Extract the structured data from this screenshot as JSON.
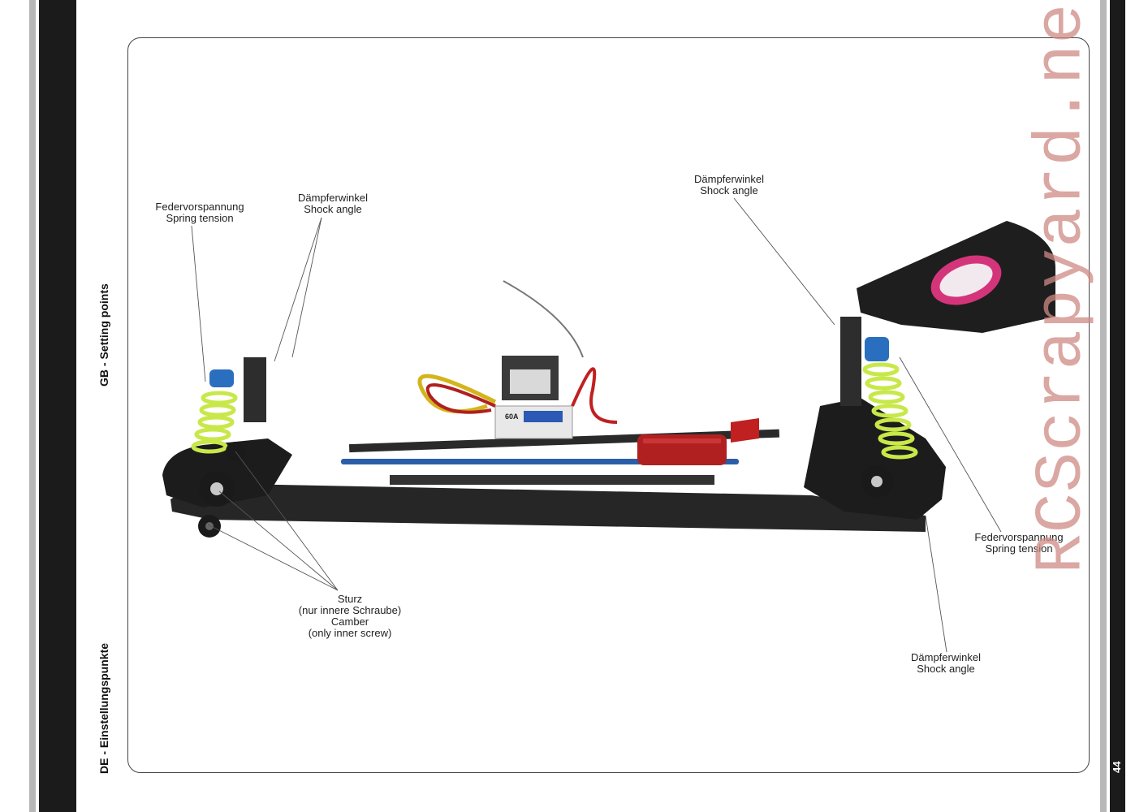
{
  "side_labels": {
    "gb": "GB - Setting points",
    "de": "DE - Einstellungspunkte"
  },
  "page_number": "44",
  "watermark": "RCScrapyard.net",
  "callouts": {
    "spring_left": {
      "de": "Federvorspannung",
      "en": "Spring tension"
    },
    "shock_left": {
      "de": "Dämpferwinkel",
      "en": "Shock angle"
    },
    "shock_right_top": {
      "de": "Dämpferwinkel",
      "en": "Shock angle"
    },
    "spring_right": {
      "de": "Federvorspannung",
      "en": "Spring tension"
    },
    "shock_right_bottom": {
      "de": "Dämpferwinkel",
      "en": "Shock angle"
    },
    "camber": {
      "de": "Sturz",
      "de_note": "(nur innere Schraube)",
      "en": "Camber",
      "en_note": "(only inner screw)"
    }
  },
  "colors": {
    "binding": "#1b1b1b",
    "stripe": "#b8b8b8",
    "spring": "#c8e84a",
    "shock_cap": "#2a6fbf",
    "motor": "#b02020",
    "watermark": "#cd8a84"
  },
  "esc": {
    "label": "60A"
  }
}
